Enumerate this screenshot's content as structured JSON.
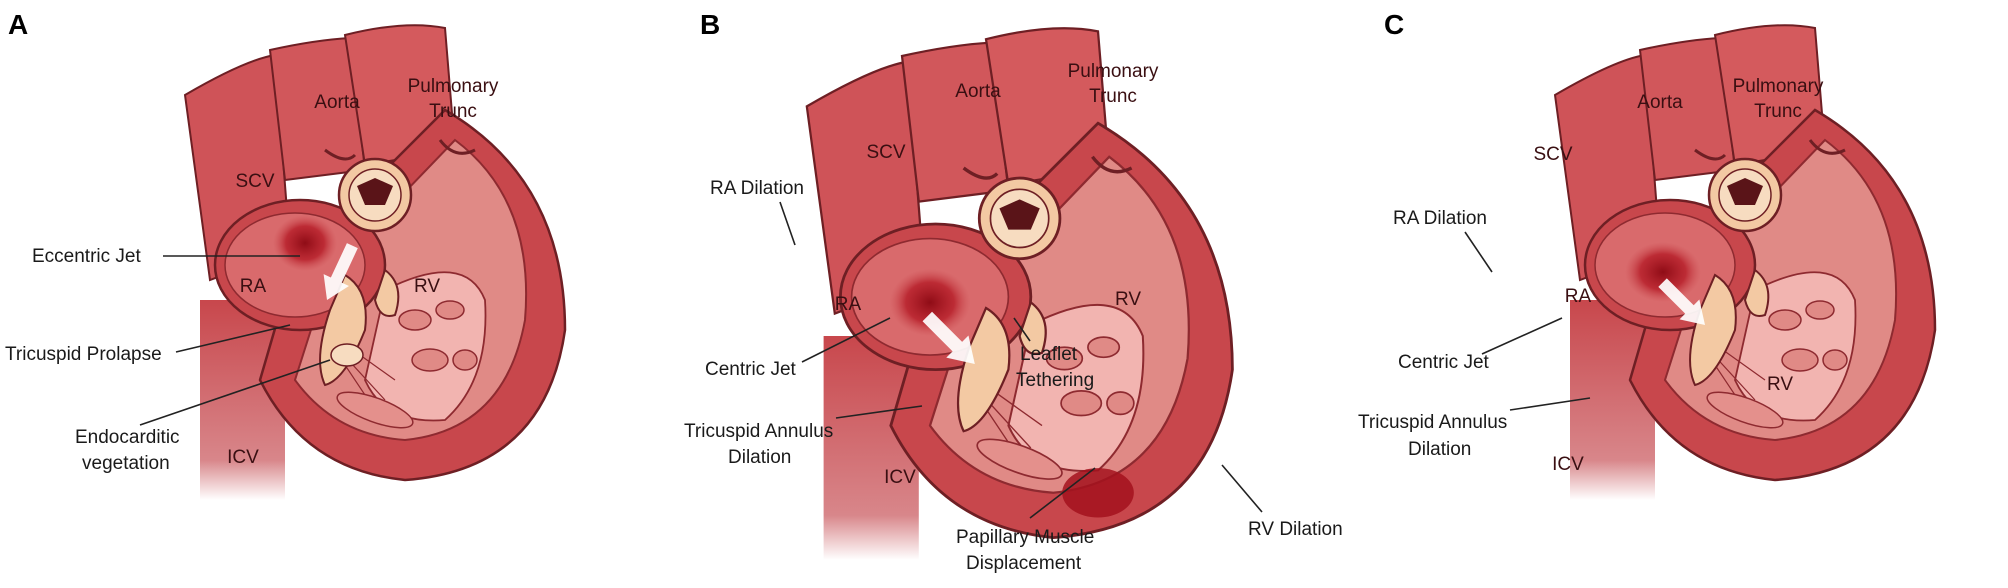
{
  "panels": [
    {
      "letter": "A",
      "inner_labels": {
        "scv": "SCV",
        "aorta": "Aorta",
        "pulmonary": [
          "Pulmonary",
          "Trunc"
        ],
        "ra": "RA",
        "rv": "RV",
        "icv": "ICV"
      },
      "callouts": {
        "jet": [
          "Eccentric Jet"
        ],
        "prolapse": [
          "Tricuspid Prolapse"
        ],
        "vegetation": [
          "Endocarditic",
          "vegetation"
        ]
      }
    },
    {
      "letter": "B",
      "inner_labels": {
        "scv": "SCV",
        "aorta": "Aorta",
        "pulmonary": [
          "Pulmonary",
          "Trunc"
        ],
        "ra": "RA",
        "rv": "RV",
        "icv": "ICV"
      },
      "callouts": {
        "ra_dilation": [
          "RA Dilation"
        ],
        "jet": [
          "Centric Jet"
        ],
        "annulus": [
          "Tricuspid Annulus",
          "Dilation"
        ],
        "tethering": [
          "Leaflet",
          "Tethering"
        ],
        "papillary": [
          "Papillary Muscle",
          "Displacement"
        ],
        "rv_dilation": [
          "RV Dilation"
        ]
      }
    },
    {
      "letter": "C",
      "inner_labels": {
        "scv": "SCV",
        "aorta": "Aorta",
        "pulmonary": [
          "Pulmonary",
          "Trunc"
        ],
        "ra": "RA",
        "rv": "RV",
        "icv": "ICV"
      },
      "callouts": {
        "ra_dilation": [
          "RA Dilation"
        ],
        "jet": [
          "Centric Jet"
        ],
        "annulus": [
          "Tricuspid Annulus",
          "Dilation"
        ]
      }
    }
  ],
  "colors": {
    "muscle": "#c8474c",
    "muscle_dark": "#8e2a30",
    "chamber": "#d96a6c",
    "rv_wall": "#e7938f",
    "rv_cavity": "#f2b4b0",
    "valve": "#f3c9a3",
    "jet": "#a3121d",
    "outline": "#6e1f24"
  }
}
